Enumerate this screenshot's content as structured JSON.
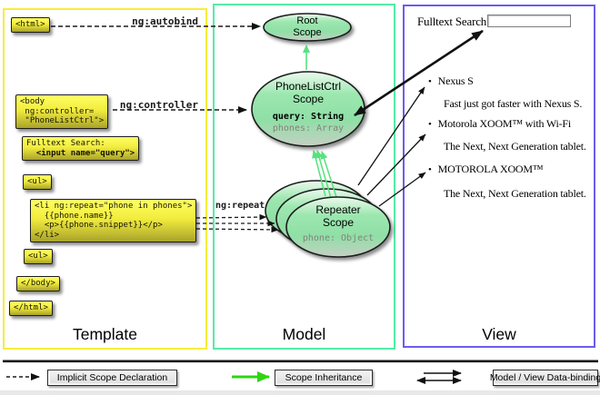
{
  "columns": {
    "template_label": "Template",
    "model_label": "Model",
    "view_label": "View"
  },
  "template_code": {
    "html_open": "<html>",
    "body_open": "<body\n ng:controller=\n \"PhoneListCtrl\">",
    "fulltext_line1": "Fulltext Search:",
    "fulltext_line2": "  <input name=\"query\">",
    "ul_open": "<ul>",
    "li_repeat": "<li ng:repeat=\"phone in phones\">\n  {{phone.name}}\n  <p>{{phone.snippet}}</p>\n</li>",
    "ul_close": "<ul>",
    "body_close": "</body>",
    "html_close": "</html>"
  },
  "connector_labels": {
    "autobind": "ng:autobind",
    "controller": "ng:controller",
    "repeat": "ng:repeat"
  },
  "model_scopes": {
    "root": {
      "title": "Root\nScope"
    },
    "phonelist": {
      "title": "PhoneListCtrl\nScope",
      "prop_query": "query: String",
      "prop_phones": "phones: Array"
    },
    "repeater": {
      "title": "Repeater\nScope",
      "prop_phone": "phone: Object"
    }
  },
  "view_panel": {
    "search_label": "Fulltext Search:",
    "search_value": "",
    "bullet": "•",
    "items": [
      {
        "title": "Nexus S",
        "snippet": "Fast just got faster with Nexus S."
      },
      {
        "title": "Motorola XOOM™  with Wi-Fi",
        "snippet": "The Next, Next Generation tablet."
      },
      {
        "title": "MOTOROLA XOOM™",
        "snippet": "The Next, Next Generation tablet."
      }
    ]
  },
  "legend": {
    "implicit_label": "Implicit Scope Declaration",
    "inheritance_label": "Scope Inheritance",
    "databinding_label": "Model / View Data-binding"
  },
  "colors": {
    "template_border": "#f6ee3b",
    "model_border": "#54eda5",
    "view_border": "#6c5cea",
    "codebox_top": "#ffff63",
    "codebox_bottom": "#a9a32b",
    "scope_fill_mid": "#9ce7af",
    "inheritance_arrow": "#57e27e",
    "legend_green_arrow": "#2fd512"
  }
}
